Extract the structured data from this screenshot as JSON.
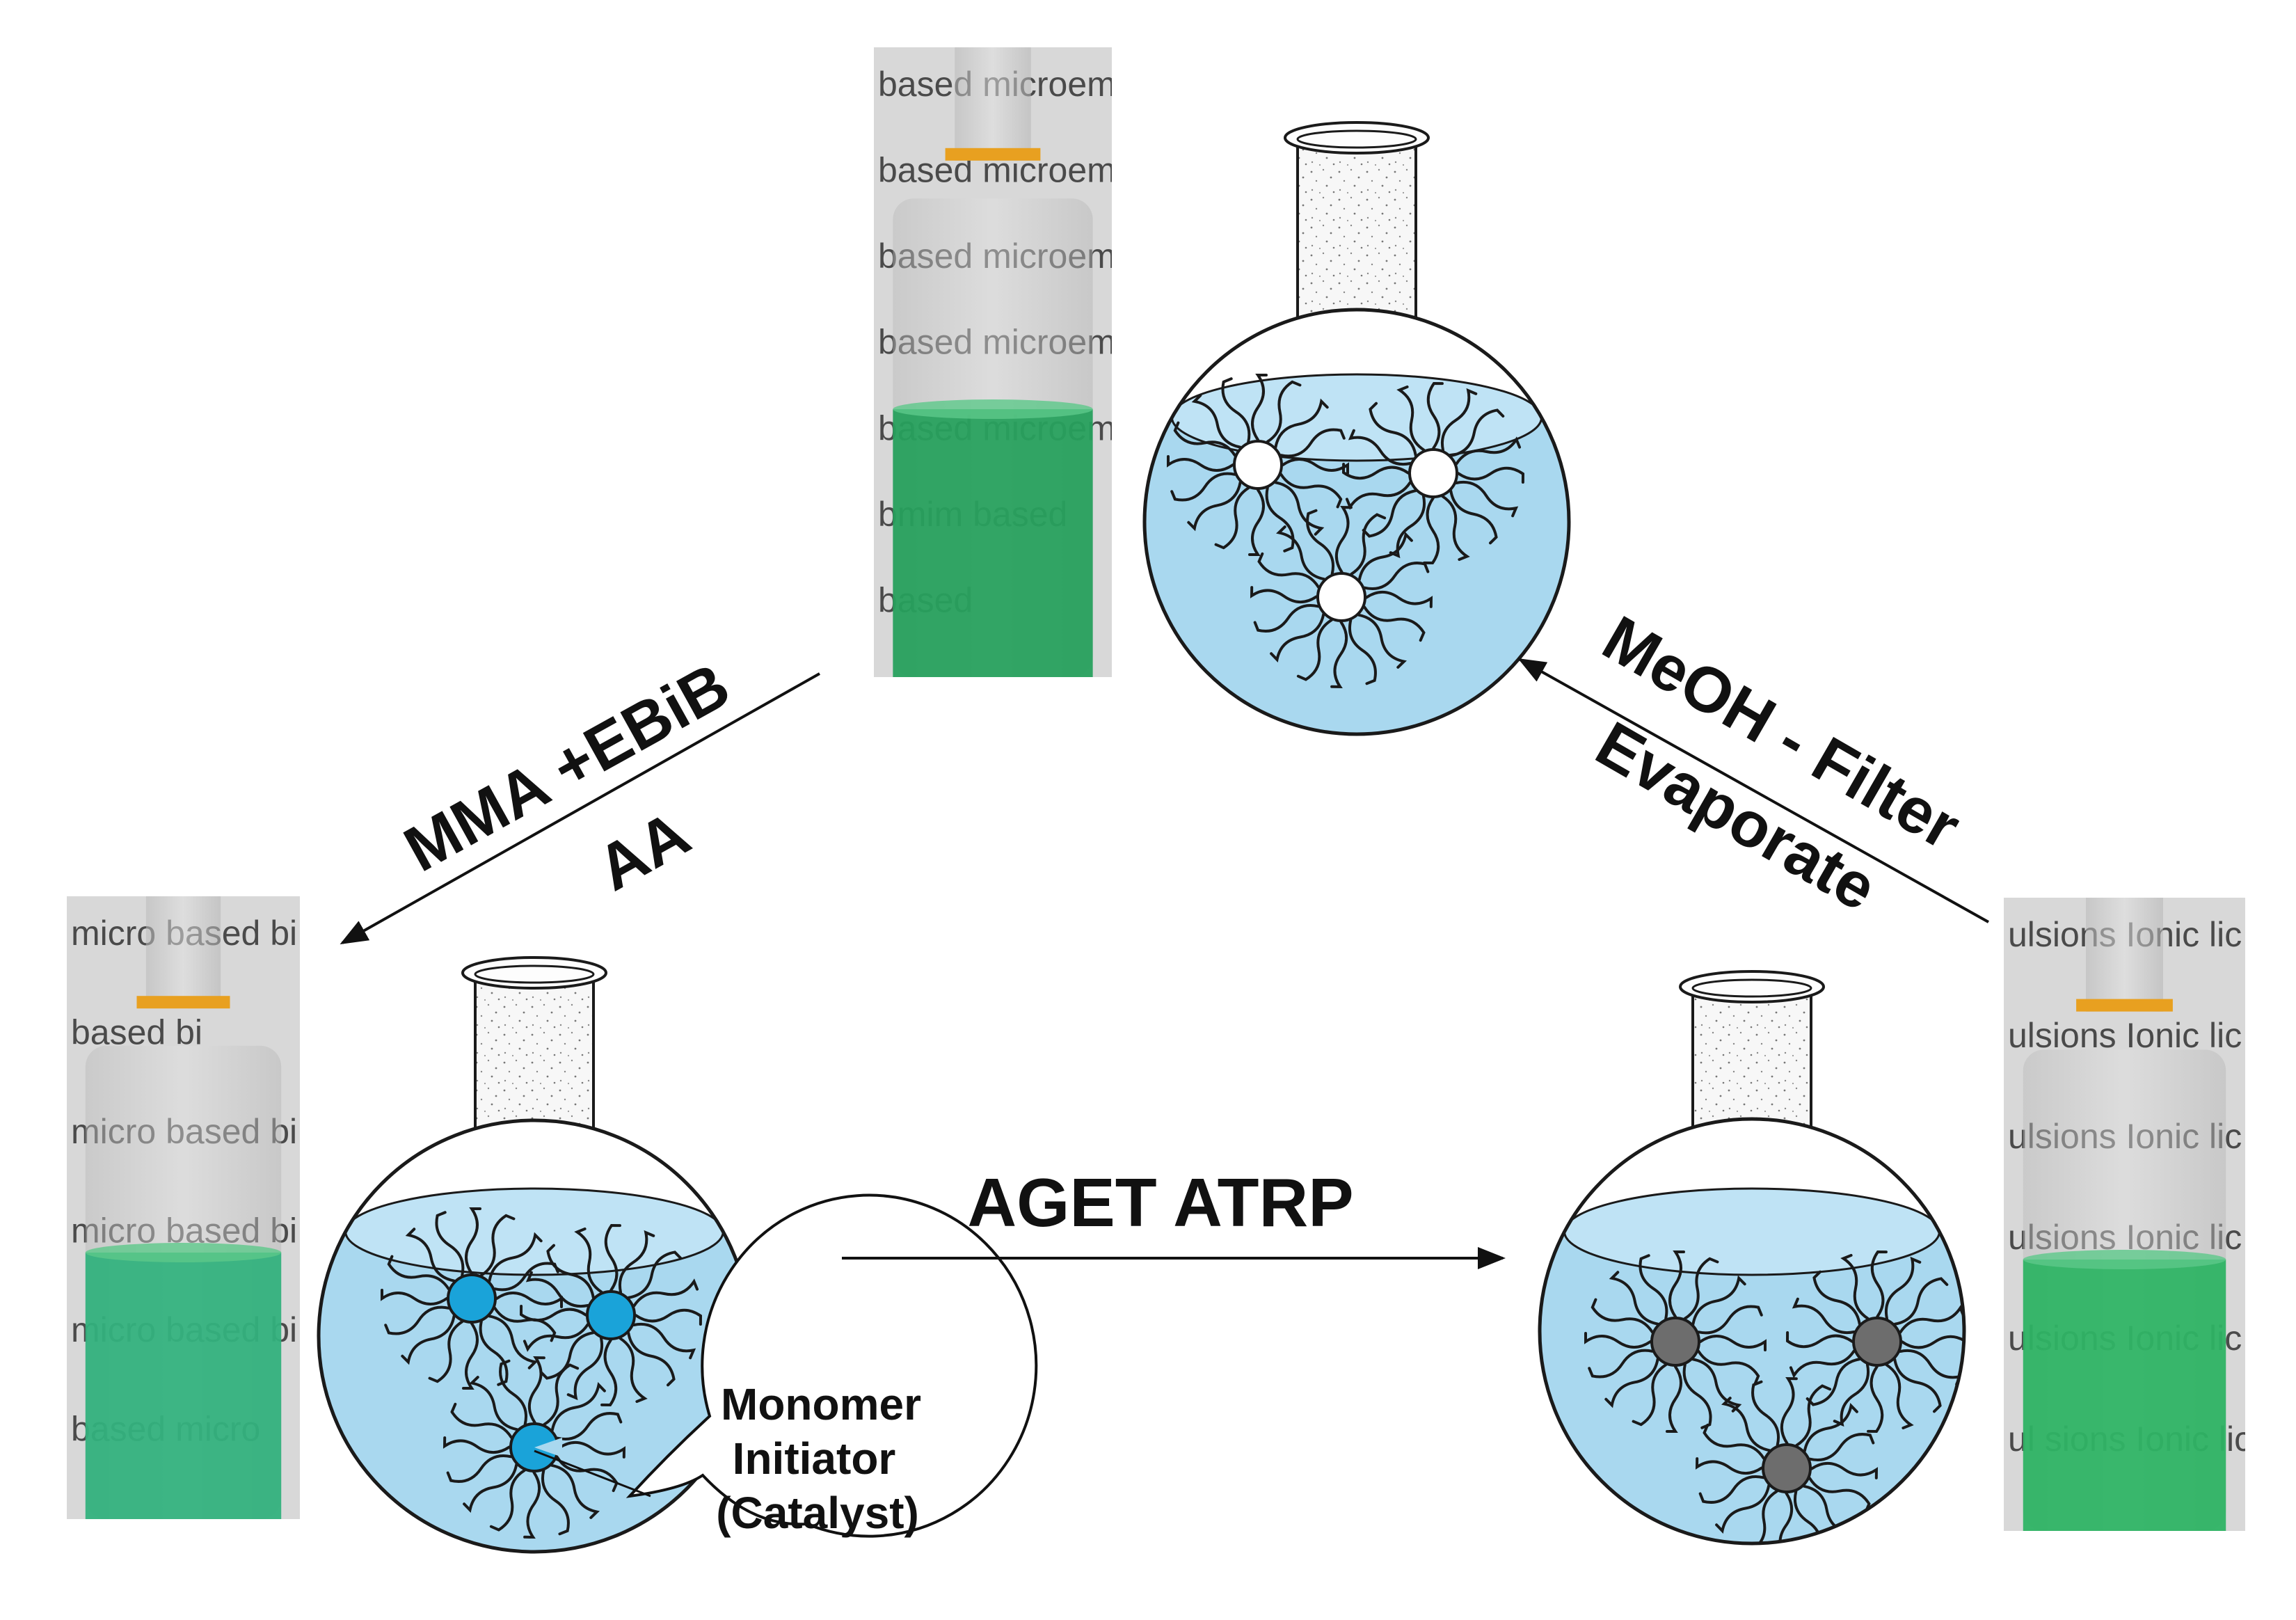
{
  "diagram": {
    "steps": {
      "aget_atrp": "AGET ATRP",
      "mma_ebib": "MMA +EBiB",
      "aa": "AA",
      "meoh_filter": "MeOH - Filter",
      "evaporate": "Evaporate"
    },
    "callout": {
      "line1": "Monomer",
      "line2": "Initiator",
      "line3": "(Catalyst)"
    },
    "vials": {
      "top": {
        "liquid_color": "#1f9e58",
        "label_lines": [
          "based microem",
          "based microem",
          "based microem",
          "based microem",
          "based microem",
          "bmim based",
          "based"
        ]
      },
      "left": {
        "liquid_color": "#2bb07a",
        "label_lines": [
          "micro based bi",
          "based bi",
          "micro based bi",
          "micro based bi",
          "micro based bi",
          "based micro"
        ]
      },
      "right": {
        "liquid_color": "#27b25f",
        "label_lines": [
          "ulsions Ionic lic",
          "ulsions Ionic lic",
          "ulsions Ionic lic",
          "ulsions Ionic lic",
          "ulsions Ionic lic",
          "ul sions Ionic lic"
        ]
      }
    },
    "colors": {
      "liquid": "#a9d8ef",
      "core_initiator": "#1aa3d9",
      "core_polymer": "#6d6d6d",
      "core_empty": "#ffffff"
    }
  }
}
